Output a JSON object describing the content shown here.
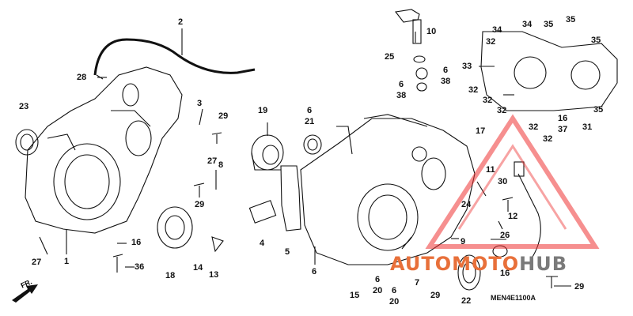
{
  "labels": {
    "l1": "1",
    "l2": "2",
    "l3": "3",
    "l4": "4",
    "l5": "5",
    "l6a": "6",
    "l6b": "6",
    "l6c": "6",
    "l6d": "6",
    "l6e": "6",
    "l7": "7",
    "l8": "8",
    "l9": "9",
    "l10": "10",
    "l11": "11",
    "l12": "12",
    "l13": "13",
    "l14": "14",
    "l15": "15",
    "l16a": "16",
    "l16b": "16",
    "l17": "17",
    "l18": "18",
    "l19": "19",
    "l20a": "20",
    "l20b": "20",
    "l21": "21",
    "l22": "22",
    "l23": "23",
    "l24": "24",
    "l25": "25",
    "l26": "26",
    "l27a": "27",
    "l27b": "27",
    "l28": "28",
    "l29a": "29",
    "l29b": "29",
    "l29c": "29",
    "l29d": "29",
    "l30": "30",
    "l31": "31",
    "l32a": "32",
    "l32b": "32",
    "l32c": "32",
    "l32d": "32",
    "l32e": "32",
    "l32f": "32",
    "l33": "33",
    "l34a": "34",
    "l34b": "34",
    "l35a": "35",
    "l35b": "35",
    "l35c": "35",
    "l35d": "35",
    "l36": "36",
    "l37": "37",
    "l38a": "38",
    "l38b": "38"
  },
  "diagram_code": "MEN4E1100A",
  "front_marker": "FR.",
  "watermark": {
    "part1": "AUTOMOTO",
    "part2": "HUB",
    "color1": "#e8703a",
    "color2": "#7a7a7a"
  },
  "watermark_triangle_color": "#e33",
  "line_color": "#111111"
}
